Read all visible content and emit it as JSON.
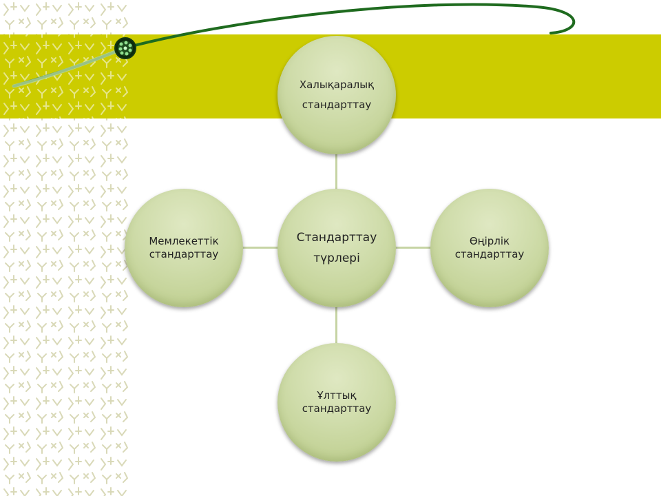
{
  "diagram": {
    "center": {
      "line1": "Стандарттау",
      "line2": "түрлері"
    },
    "top": {
      "line1": "Халықаралық",
      "line2": "стандарттау"
    },
    "left": {
      "line1": "Мемлекеттік",
      "line2": "стандарттау"
    },
    "right": {
      "line1": "Өңірлік",
      "line2": "стандарттау"
    },
    "bottom": {
      "line1": "Ұлттық",
      "line2": "стандарттау"
    }
  },
  "colors": {
    "band": "#cccc00",
    "node": "#cfdcaa",
    "connector": "#c6d4a4",
    "swoosh": "#1f6b1f",
    "pattern": "#d8d8b0"
  }
}
